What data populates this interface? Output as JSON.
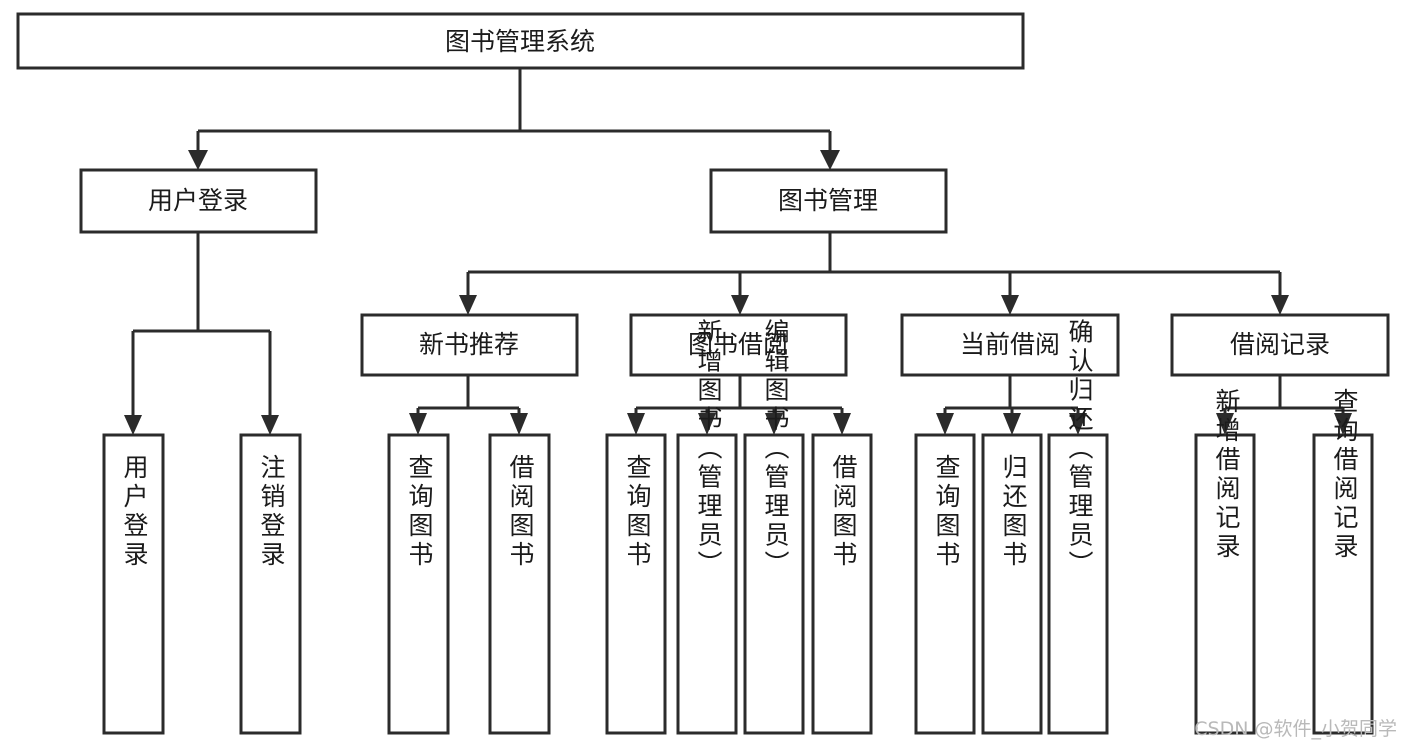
{
  "diagram": {
    "type": "tree",
    "title": "图书管理系统",
    "background_color": "#ffffff",
    "stroke_color": "#2b2b2b",
    "text_color": "#1b1b1b",
    "root": {
      "label": "图书管理系统"
    },
    "level2": [
      {
        "label": "用户登录"
      },
      {
        "label": "图书管理"
      }
    ],
    "level3": [
      {
        "label": "新书推荐"
      },
      {
        "label": "图书借阅"
      },
      {
        "label": "当前借阅"
      },
      {
        "label": "借阅记录"
      }
    ],
    "leaves": {
      "user_login": [
        {
          "label": "用户登录"
        },
        {
          "label": "注销登录"
        }
      ],
      "new_book": [
        {
          "label": "查询图书"
        },
        {
          "label": "借阅图书"
        }
      ],
      "book_borrow": [
        {
          "label": "查询图书"
        },
        {
          "label": "新增图书（管理员）"
        },
        {
          "label": "编辑图书（管理员）"
        },
        {
          "label": "借阅图书"
        }
      ],
      "current_borrow": [
        {
          "label": "查询图书"
        },
        {
          "label": "归还图书"
        },
        {
          "label": "确认归还（管理员）"
        }
      ],
      "borrow_record": [
        {
          "label": "新增借阅记录"
        },
        {
          "label": "查询借阅记录"
        }
      ]
    }
  },
  "watermark": {
    "text": "CSDN @软件_小贺同学"
  }
}
